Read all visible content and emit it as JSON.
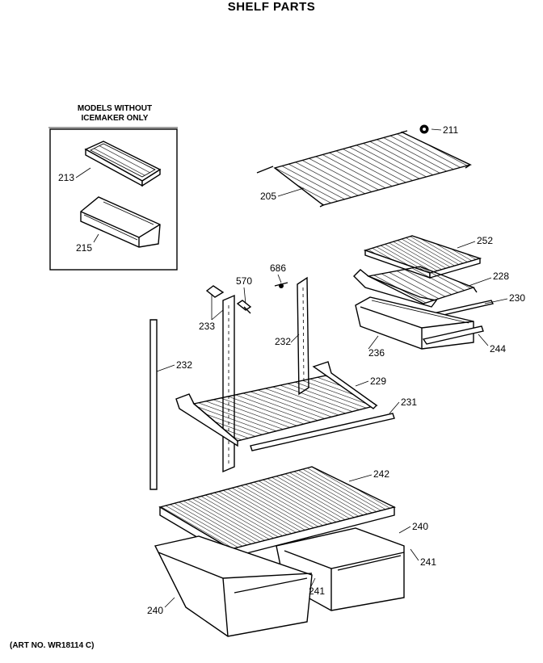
{
  "title": "SHELF PARTS",
  "inset": {
    "label_line1": "MODELS WITHOUT",
    "label_line2": "ICEMAKER ONLY"
  },
  "art_number": "(ART NO. WR18114 C)",
  "parts": [
    {
      "id": "p211",
      "label": "211"
    },
    {
      "id": "p205",
      "label": "205"
    },
    {
      "id": "p213",
      "label": "213"
    },
    {
      "id": "p215",
      "label": "215"
    },
    {
      "id": "p252",
      "label": "252"
    },
    {
      "id": "p686",
      "label": "686"
    },
    {
      "id": "p570",
      "label": "570"
    },
    {
      "id": "p228",
      "label": "228"
    },
    {
      "id": "p230",
      "label": "230"
    },
    {
      "id": "p233",
      "label": "233"
    },
    {
      "id": "p232a",
      "label": "232"
    },
    {
      "id": "p236",
      "label": "236"
    },
    {
      "id": "p244",
      "label": "244"
    },
    {
      "id": "p232b",
      "label": "232"
    },
    {
      "id": "p229",
      "label": "229"
    },
    {
      "id": "p231",
      "label": "231"
    },
    {
      "id": "p242",
      "label": "242"
    },
    {
      "id": "p240a",
      "label": "240"
    },
    {
      "id": "p241a",
      "label": "241"
    },
    {
      "id": "p241b",
      "label": "241"
    },
    {
      "id": "p240b",
      "label": "240"
    }
  ]
}
